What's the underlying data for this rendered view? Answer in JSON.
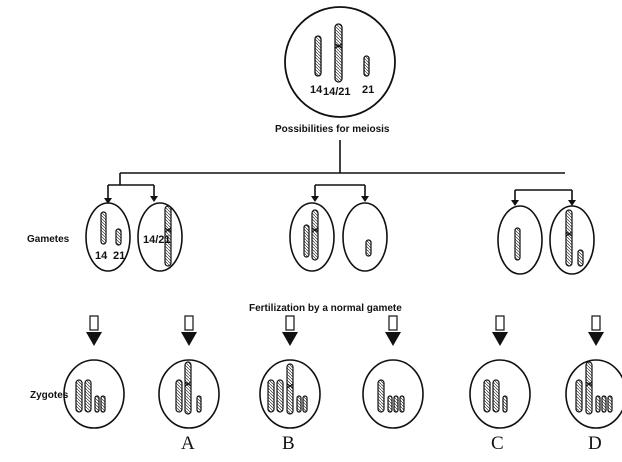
{
  "parent": {
    "chromosome_labels": [
      "14",
      "14/21",
      "21"
    ],
    "caption": "Possibilities for meiosis"
  },
  "row_labels": {
    "gametes": "Gametes",
    "zygotes": "Zygotes"
  },
  "gamete_labels": {
    "g1": [
      "14",
      "21"
    ],
    "g2": "14/21"
  },
  "fertilization_caption": "Fertilization by a normal gamete",
  "zygote_letters": [
    "A",
    "B",
    "C",
    "D"
  ]
}
